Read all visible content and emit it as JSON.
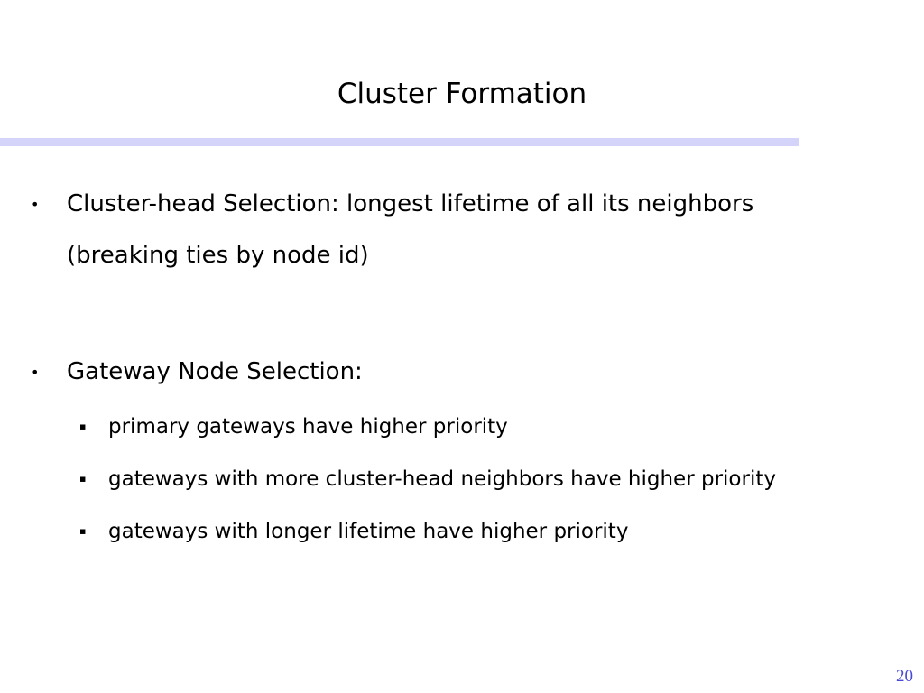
{
  "slide": {
    "title": "Cluster Formation",
    "page_number": "20",
    "accent_color": "#d4d4fa",
    "page_number_color": "#4a4ad8"
  },
  "bullets": [
    {
      "marker": "•",
      "lines": [
        "Cluster-head Selection: longest lifetime of all its neighbors",
        "(breaking ties by node id)"
      ]
    },
    {
      "marker": "•",
      "lines": [
        "Gateway Node Selection:"
      ],
      "sub_bullets": [
        {
          "marker": "▪",
          "text": "primary gateways have higher priority"
        },
        {
          "marker": "▪",
          "text": "gateways with more cluster-head neighbors have higher priority"
        },
        {
          "marker": "▪",
          "text": "gateways with longer lifetime have higher priority"
        }
      ]
    }
  ]
}
